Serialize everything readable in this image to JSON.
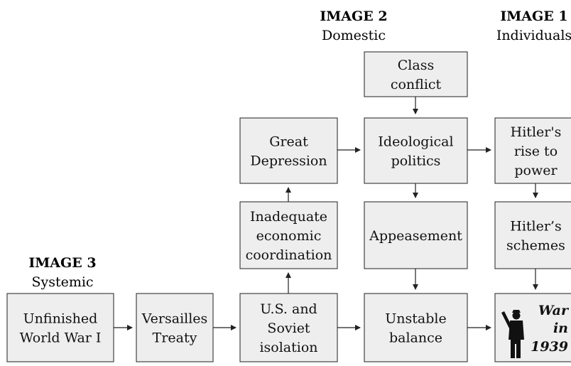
{
  "headings": {
    "image3": {
      "title": "IMAGE 3",
      "subtitle": "Systemic"
    },
    "image2": {
      "title": "IMAGE 2",
      "subtitle": "Domestic"
    },
    "image1": {
      "title": "IMAGE 1",
      "subtitle": "Individuals"
    }
  },
  "nodes": {
    "class_conflict": {
      "lines": [
        "Class",
        "conflict"
      ]
    },
    "great_depression": {
      "lines": [
        "Great",
        "Depression"
      ]
    },
    "ideological_politics": {
      "lines": [
        "Ideological",
        "politics"
      ]
    },
    "hitlers_rise": {
      "lines": [
        "Hitler's",
        "rise to",
        "power"
      ]
    },
    "inadequate_coordination": {
      "lines": [
        "Inadequate",
        "economic",
        "coordination"
      ]
    },
    "appeasement": {
      "lines": [
        "Appeasement"
      ]
    },
    "hitlers_schemes": {
      "lines": [
        "Hitler’s",
        "schemes"
      ]
    },
    "unfinished_ww1": {
      "lines": [
        "Unfinished",
        "World War I"
      ]
    },
    "versailles": {
      "lines": [
        "Versailles",
        "Treaty"
      ]
    },
    "us_soviet": {
      "lines": [
        "U.S. and",
        "Soviet",
        "isolation"
      ]
    },
    "unstable_balance": {
      "lines": [
        "Unstable",
        "balance"
      ]
    }
  },
  "war_box": {
    "lines": [
      "War",
      "in",
      "1939"
    ],
    "icon": "soldier-silhouette-icon"
  },
  "colors": {
    "box_fill": "#eeeeee",
    "box_stroke": "#333333",
    "arrow": "#222222"
  }
}
